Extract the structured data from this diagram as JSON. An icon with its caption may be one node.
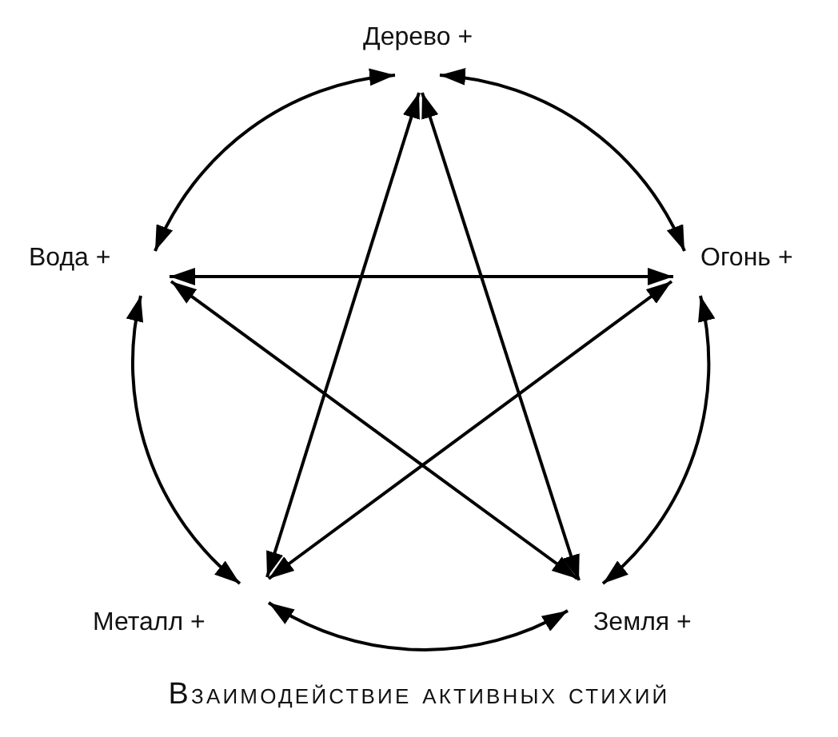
{
  "diagram": {
    "caption": "Взаимодействие активных стихий",
    "nodes": [
      {
        "text": [
          "Дерево +"
        ]
      },
      {
        "text": [
          "Вода +"
        ]
      },
      {
        "text": [
          "Огонь +"
        ]
      },
      {
        "text": [
          "Металл +"
        ]
      },
      {
        "text": [
          "Земля +"
        ]
      }
    ],
    "edges": [
      {
        "from": 0,
        "to": 2,
        "arrow": "both"
      },
      {
        "from": 2,
        "to": 4,
        "arrow": "both"
      },
      {
        "from": 4,
        "to": 3,
        "arrow": "both"
      },
      {
        "from": 3,
        "to": 1,
        "arrow": "both"
      },
      {
        "from": 1,
        "to": 0,
        "arrow": "both"
      },
      {
        "from": 0,
        "to": 4,
        "arrow": "both"
      },
      {
        "from": 0,
        "to": 3,
        "arrow": "both"
      },
      {
        "from": 1,
        "to": 2,
        "arrow": "both"
      },
      {
        "from": 1,
        "to": 4,
        "arrow": "both"
      },
      {
        "from": 2,
        "to": 3,
        "arrow": "both"
      }
    ]
  }
}
